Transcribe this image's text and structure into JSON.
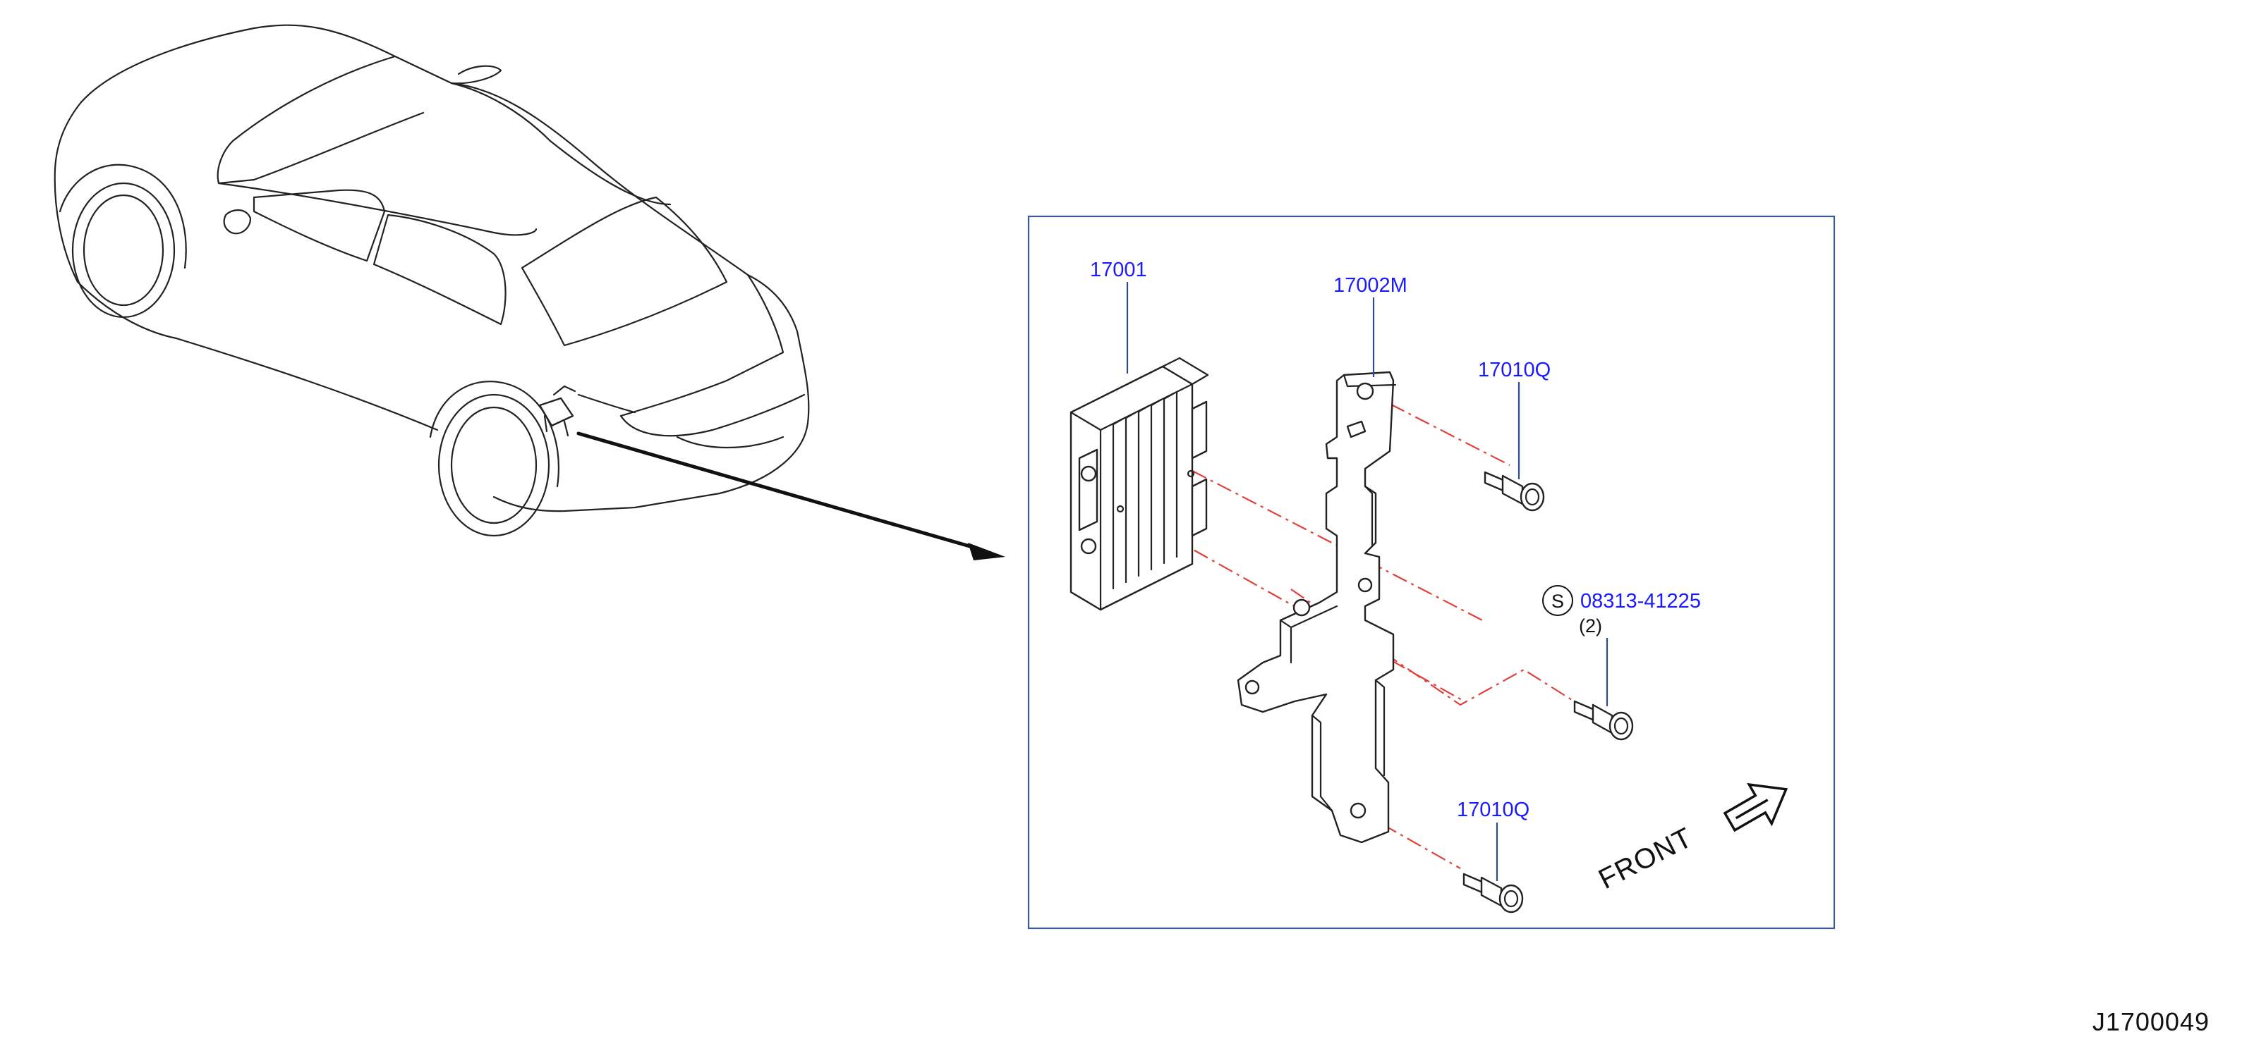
{
  "diagram": {
    "reference_code": "J1700049",
    "front_label": "FRONT",
    "parts": [
      {
        "id": "17001",
        "label": "17001"
      },
      {
        "id": "17002M",
        "label": "17002M"
      },
      {
        "id": "17010Q-upper",
        "label": "17010Q"
      },
      {
        "id": "08313-41225",
        "label": "08313-41225",
        "symbol": "S",
        "quantity": "(2)"
      },
      {
        "id": "17010Q-lower",
        "label": "17010Q"
      }
    ],
    "colors": {
      "part_label": "#1a1aff",
      "leader_line": "#2b4d8c",
      "detail_frame": "#3a5a9a",
      "assembly_dash": "#e0403a",
      "line_art": "#222222"
    }
  }
}
